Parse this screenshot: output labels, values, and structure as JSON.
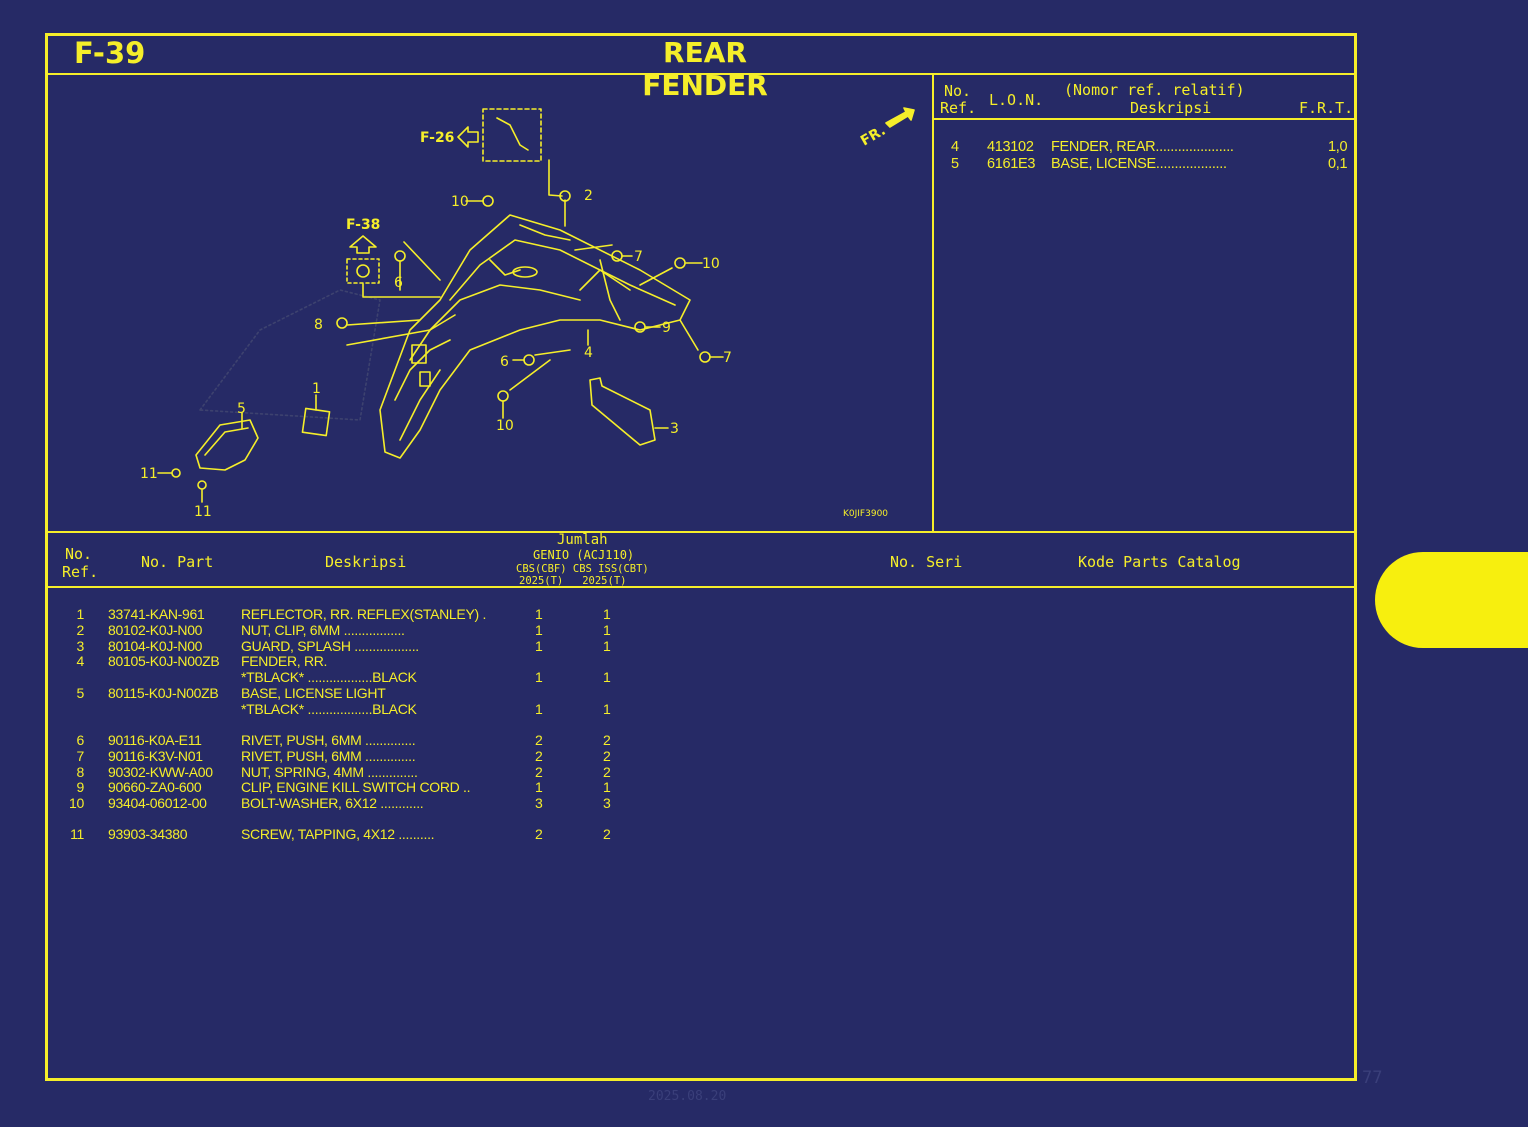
{
  "header": {
    "code": "F-39",
    "title": "REAR FENDER"
  },
  "frt_table": {
    "col_no_ref": [
      "No.",
      "Ref."
    ],
    "col_lon": "L.O.N.",
    "col_desc": [
      "(Nomor ref. relatif)",
      "Deskripsi"
    ],
    "col_frt": "F.R.T.",
    "rows": [
      {
        "ref": "4",
        "lon": "413102",
        "desc": "FENDER, REAR.....................",
        "frt": "1,0"
      },
      {
        "ref": "5",
        "lon": "6161E3",
        "desc": "BASE, LICENSE...................",
        "frt": "0,1"
      }
    ]
  },
  "diagram": {
    "refs": {
      "f26": "F-26",
      "f38": "F-38",
      "fr": "FR."
    },
    "callouts": [
      "1",
      "2",
      "3",
      "4",
      "5",
      "6",
      "6",
      "7",
      "7",
      "8",
      "9",
      "10",
      "10",
      "10",
      "11",
      "11"
    ],
    "drawing_code": "K0JIF3900"
  },
  "parts_table": {
    "col_no_ref": [
      "No.",
      "Ref."
    ],
    "col_part": "No. Part",
    "col_desc": "Deskripsi",
    "col_qty": [
      "Jumlah",
      "GENIO (ACJ110)",
      "CBS(CBF) CBS ISS(CBT)",
      "2025(T)   2025(T)"
    ],
    "col_serial": "No. Seri",
    "col_catalog": "Kode Parts Catalog",
    "rows": [
      {
        "ref": "1",
        "part": "33741-KAN-961",
        "desc": "REFLECTOR, RR. REFLEX(STANLEY) .",
        "q1": "1",
        "q2": "1"
      },
      {
        "ref": "2",
        "part": "80102-K0J-N00",
        "desc": "NUT, CLIP, 6MM .................",
        "q1": "1",
        "q2": "1"
      },
      {
        "ref": "3",
        "part": "80104-K0J-N00",
        "desc": "GUARD, SPLASH ..................",
        "q1": "1",
        "q2": "1"
      },
      {
        "ref": "4",
        "part": "80105-K0J-N00ZB",
        "desc": "FENDER, RR.",
        "q1": "",
        "q2": ""
      },
      {
        "ref": "",
        "part": "",
        "desc": "*TBLACK* ..................BLACK",
        "q1": "1",
        "q2": "1"
      },
      {
        "ref": "5",
        "part": "80115-K0J-N00ZB",
        "desc": "BASE, LICENSE LIGHT",
        "q1": "",
        "q2": ""
      },
      {
        "ref": "",
        "part": "",
        "desc": "*TBLACK* ..................BLACK",
        "q1": "1",
        "q2": "1"
      },
      {
        "ref": "",
        "part": "",
        "desc": "",
        "q1": "",
        "q2": ""
      },
      {
        "ref": "6",
        "part": "90116-K0A-E11",
        "desc": "RIVET, PUSH, 6MM ..............",
        "q1": "2",
        "q2": "2"
      },
      {
        "ref": "7",
        "part": "90116-K3V-N01",
        "desc": "RIVET, PUSH, 6MM ..............",
        "q1": "2",
        "q2": "2"
      },
      {
        "ref": "8",
        "part": "90302-KWW-A00",
        "desc": "NUT, SPRING, 4MM ..............",
        "q1": "2",
        "q2": "2"
      },
      {
        "ref": "9",
        "part": "90660-ZA0-600",
        "desc": "CLIP, ENGINE KILL SWITCH CORD ..",
        "q1": "1",
        "q2": "1"
      },
      {
        "ref": "10",
        "part": "93404-06012-00",
        "desc": "BOLT-WASHER, 6X12 ............",
        "q1": "3",
        "q2": "3"
      },
      {
        "ref": "",
        "part": "",
        "desc": "",
        "q1": "",
        "q2": ""
      },
      {
        "ref": "11",
        "part": "93903-34380",
        "desc": "SCREW, TAPPING, 4X12 ..........",
        "q1": "2",
        "q2": "2"
      }
    ]
  },
  "footer": {
    "page": "77",
    "date": "2025.08.20"
  },
  "colors": {
    "background": "#262a66",
    "ink": "#f5ee2a",
    "tab": "#f7ef0e"
  }
}
